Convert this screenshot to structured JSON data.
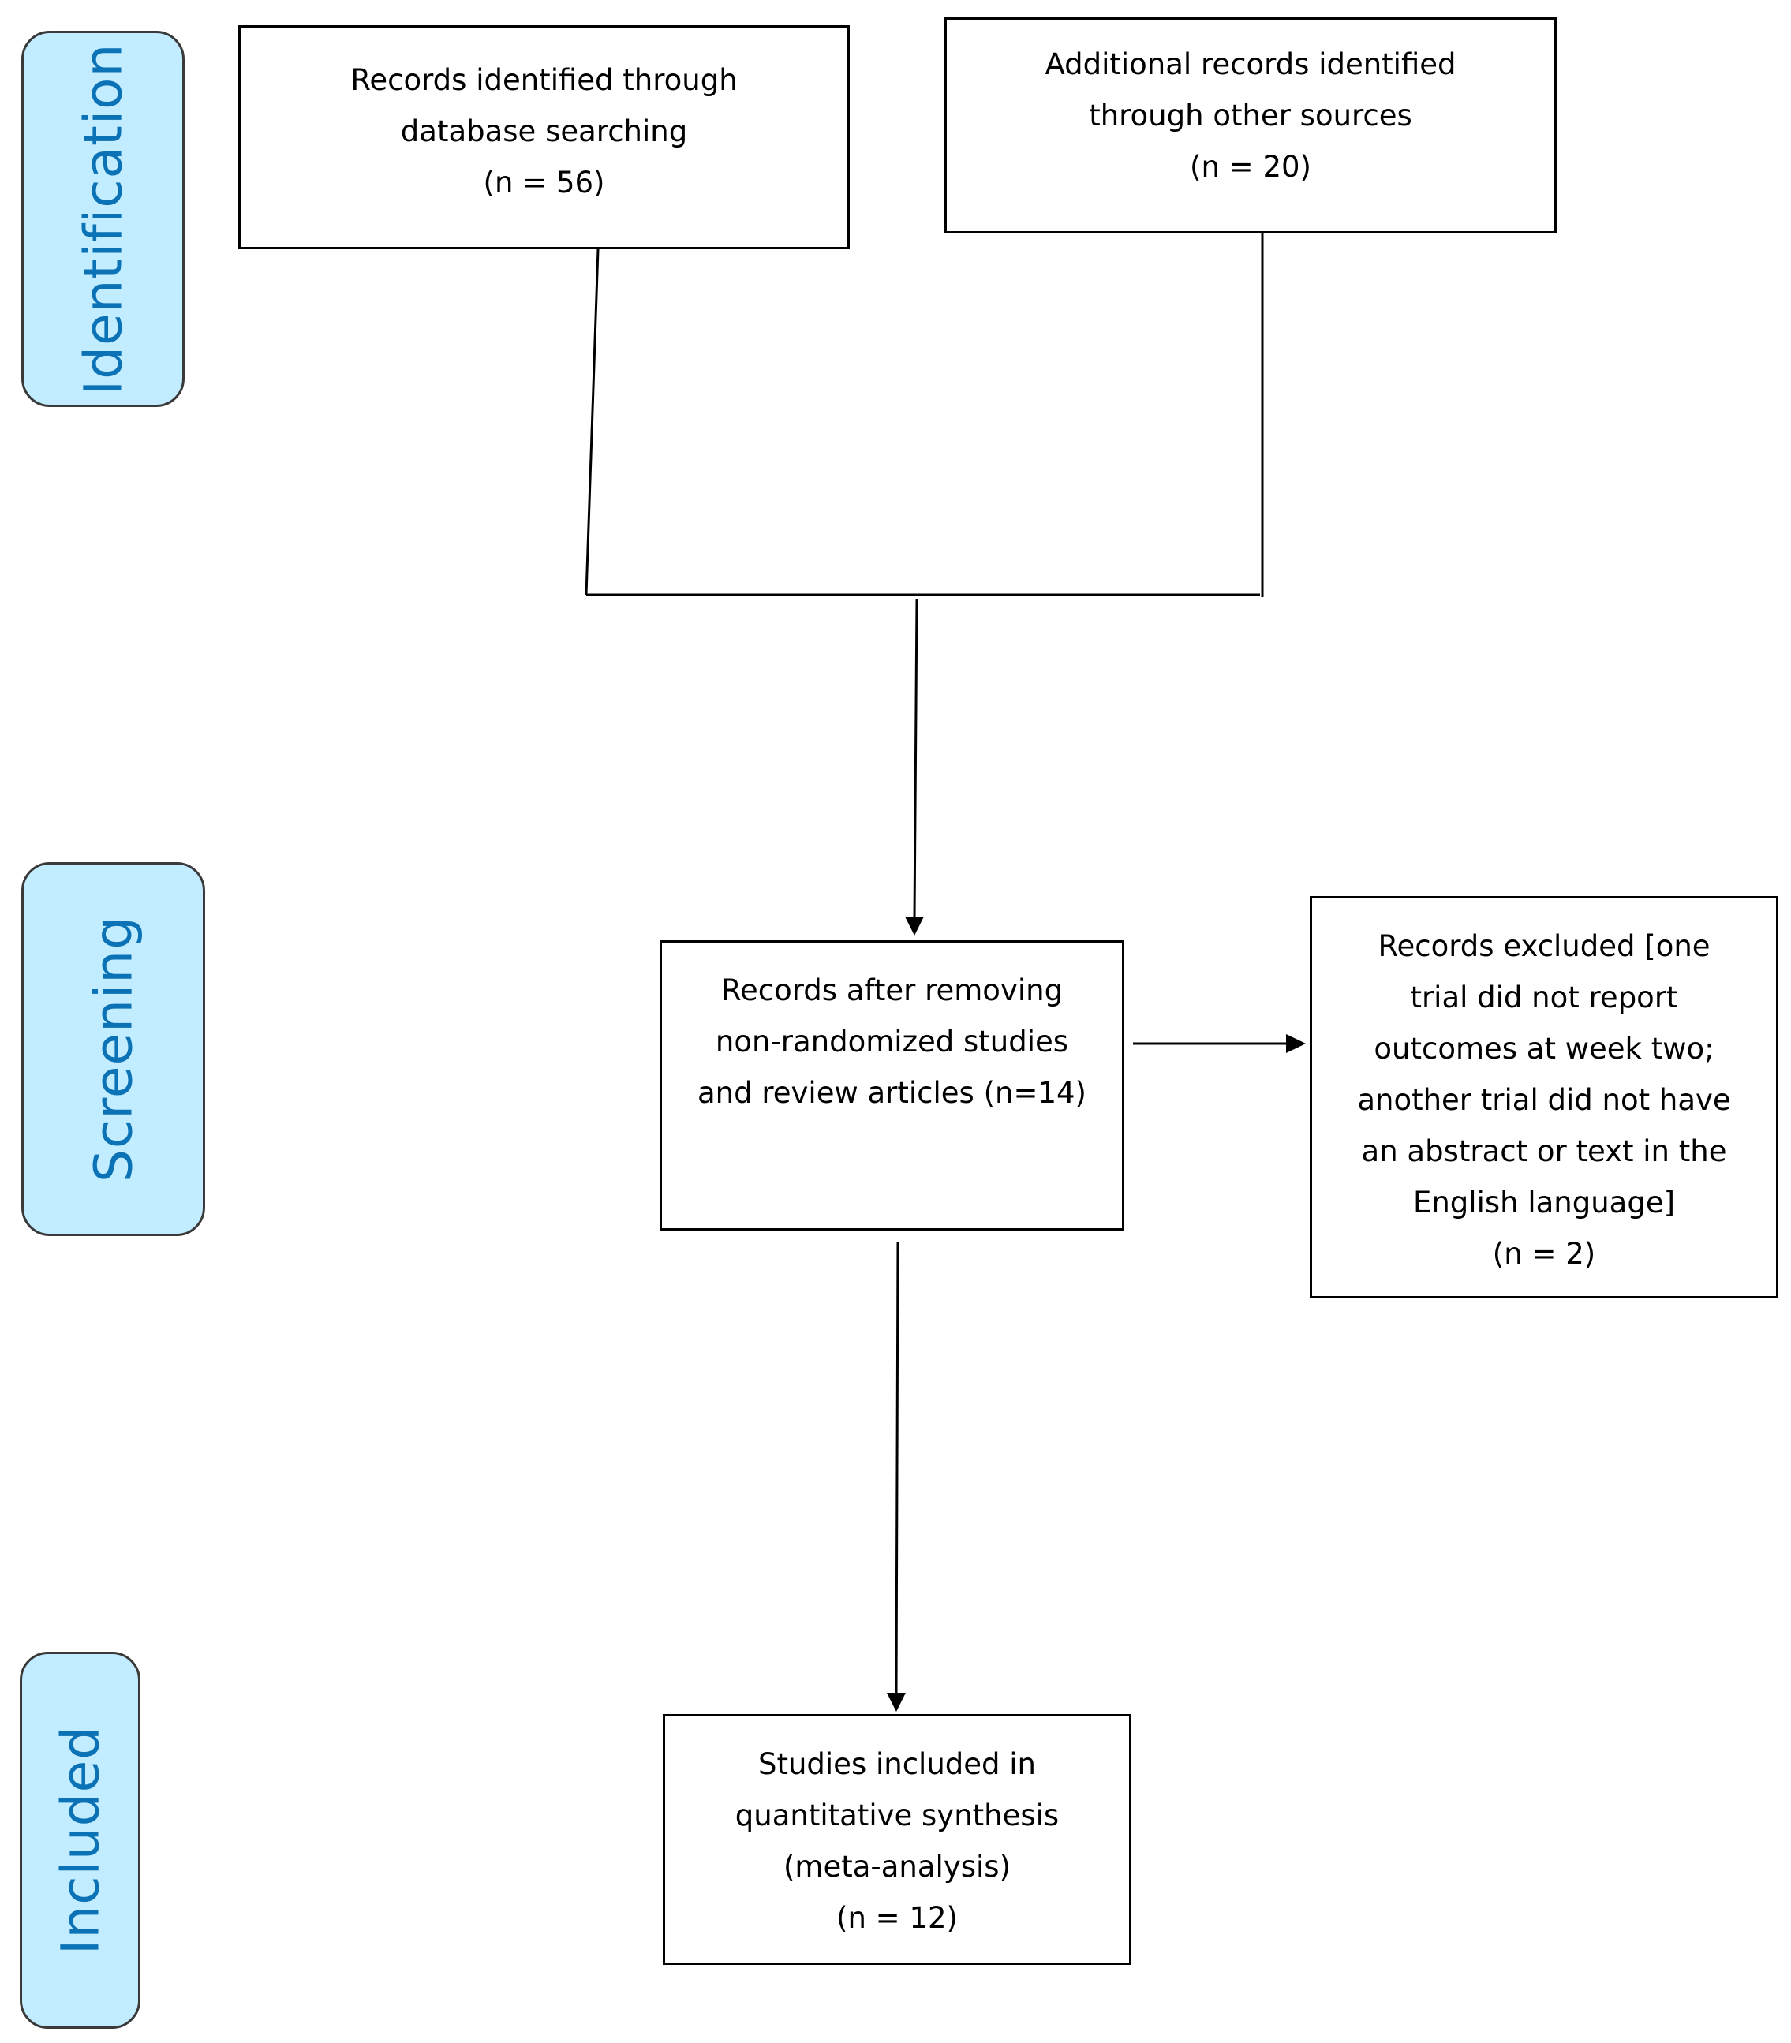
{
  "stages": {
    "identification": "Identification",
    "screening": "Screening",
    "included": "Included"
  },
  "boxes": {
    "database": {
      "lines": [
        "Records identified through",
        "database searching",
        "(n = 56)"
      ]
    },
    "other_sources": {
      "lines": [
        "Additional records identified",
        "through other sources",
        "(n = 20)"
      ]
    },
    "after_removal": {
      "lines": [
        "Records after removing",
        "non-randomized studies",
        "and review articles (n=14)"
      ]
    },
    "excluded": {
      "lines": [
        "Records excluded [one",
        "trial did not report",
        "outcomes at week two;",
        "another trial did not have",
        "an abstract or text in the",
        "English language]",
        "(n = 2)"
      ]
    },
    "included": {
      "lines": [
        "Studies included in",
        "quantitative synthesis",
        "(meta-analysis)",
        "(n = 12)"
      ]
    }
  },
  "colors": {
    "stage_fill": "#c2ecff",
    "stage_text": "#0a72b5",
    "line": "#000000"
  }
}
